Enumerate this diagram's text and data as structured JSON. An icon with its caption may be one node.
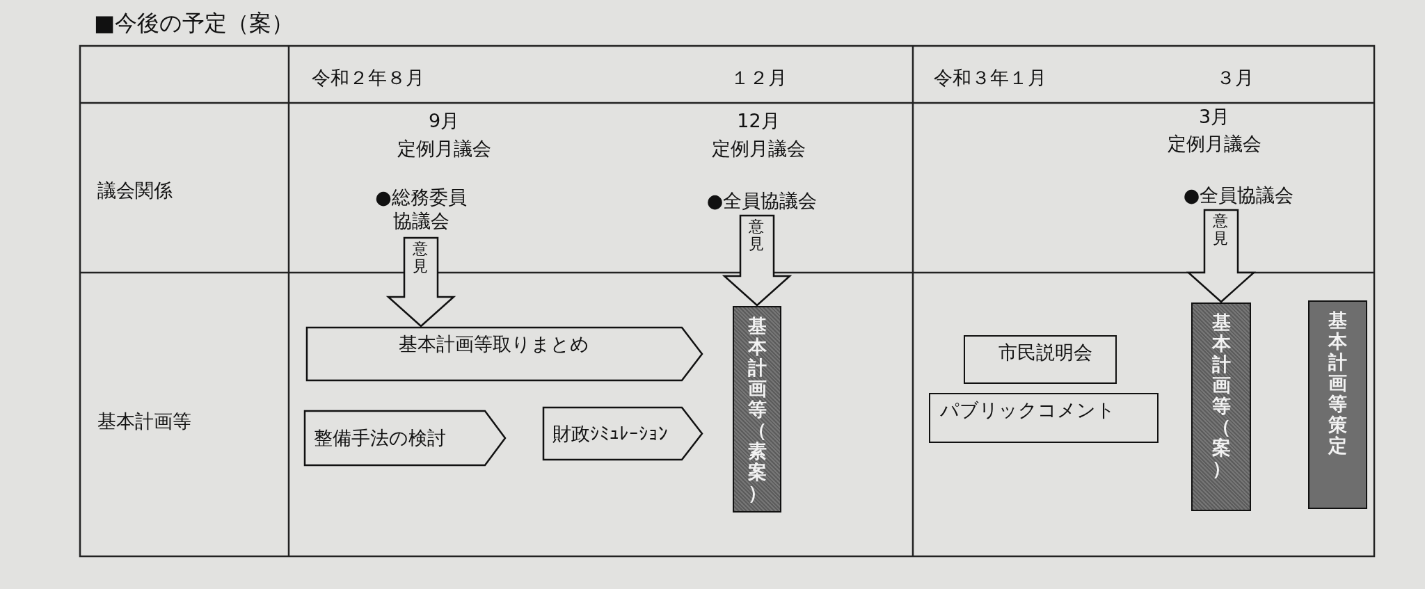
{
  "diagram": {
    "title": "■今後の予定（案）",
    "nodes": [
      {
        "text": [
          "●総務委員協議会"
        ]
      },
      {
        "text": [
          "●全員協議会"
        ]
      },
      {
        "text": [
          "●全員協議会"
        ]
      },
      {
        "text": [
          "基本計画等取りまとめ"
        ]
      },
      {
        "text": [
          "整備手法の検討"
        ]
      },
      {
        "text": [
          "財政ｼﾐｭﾚｰｼｮﾝ"
        ]
      },
      {
        "text": [
          "基本計画等（素案）"
        ]
      },
      {
        "text": [
          "市民説明会"
        ]
      },
      {
        "text": [
          "パブリックコメント"
        ]
      },
      {
        "text": [
          "基本計画等（案）"
        ]
      },
      {
        "text": [
          "基本計画等策定"
        ]
      }
    ],
    "edges": [
      {
        "from": 0,
        "to": 3,
        "arrow": "to",
        "label": "意見"
      },
      {
        "from": 1,
        "to": 6,
        "arrow": "to",
        "label": "意見"
      },
      {
        "from": 2,
        "to": 9,
        "arrow": "to",
        "label": "意見"
      }
    ],
    "labels": [
      "令和２年８月",
      "１２月",
      "令和３年１月",
      "３月",
      "議会関係",
      "9月",
      "定例月議会",
      "12月",
      "定例月議会",
      "3月",
      "定例月議会",
      "基本計画等"
    ]
  }
}
